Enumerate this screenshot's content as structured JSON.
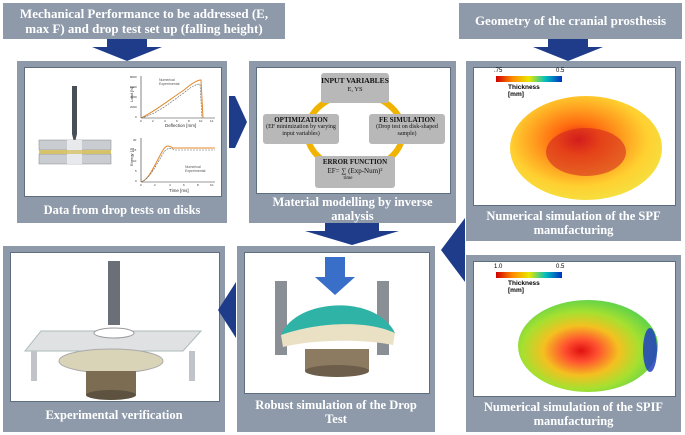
{
  "headers": {
    "left": "Mechanical Performance to be addressed (E, max F) and drop test set up (falling height)",
    "right": "Geometry of the cranial prosthesis"
  },
  "panels": {
    "drop_tests": {
      "caption": "Data from drop tests on disks",
      "chart_top": {
        "ylabel": "Load [N]",
        "xlabel": "Deflection [mm]",
        "legend": [
          "Numerical",
          "Experimental"
        ],
        "yticks": [
          "8000",
          "6000",
          "4000",
          "2000",
          "0"
        ],
        "xticks": [
          "0",
          "2",
          "4",
          "6",
          "8",
          "10",
          "12"
        ]
      },
      "chart_bottom": {
        "ylabel": "Energy [J]",
        "xlabel": "Time [ms]",
        "legend": [
          "Numerical",
          "Experimental"
        ],
        "yticks": [
          "20",
          "15",
          "10",
          "5",
          "0"
        ],
        "xticks": [
          "0",
          "2",
          "4",
          "6",
          "8",
          "10"
        ]
      }
    },
    "inverse": {
      "caption": "Material modelling by inverse analysis",
      "boxes": {
        "input_title": "INPUT VARIABLES",
        "input_sub": "E, YS",
        "opt_title": "OPTIMIZATION",
        "opt_sub": "(EF minimization by varying input variables)",
        "fe_title": "FE SIMULATION",
        "fe_sub": "(Drop test on disk-shaped sample)",
        "err_title": "ERROR FUNCTION",
        "err_formula": "EF= ∑ (Exp-Num)²",
        "err_sum_label": "time"
      }
    },
    "spf": {
      "caption": "Numerical simulation of the SPF manufacturing",
      "scale_min": ".75",
      "scale_max": "0.5",
      "label": "Thickness [mm]"
    },
    "spif": {
      "caption": "Numerical simulation of the SPIF manufacturing",
      "scale_min": "1.0",
      "scale_max": "0.5",
      "label": "Thickness [mm]"
    },
    "experimental": {
      "caption": "Experimental verification"
    },
    "robust": {
      "caption": "Robust simulation of the Drop Test"
    }
  },
  "colors": {
    "panel_bg": "#8e9aaa",
    "arrow": "#1f3c8a",
    "cycle": "#f0b400"
  }
}
